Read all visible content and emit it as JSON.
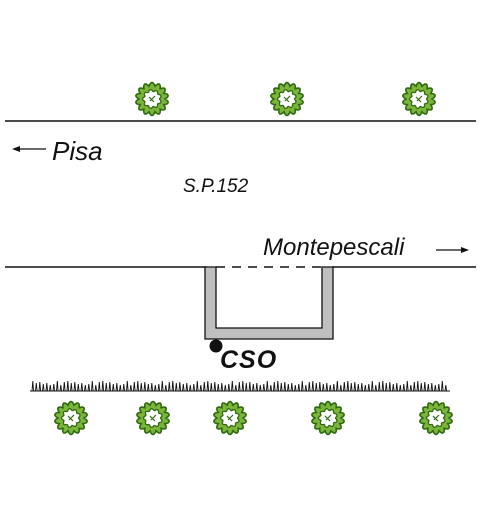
{
  "labels": {
    "pisa": "Pisa",
    "road": "S.P.152",
    "montepescali": "Montepescali",
    "cso": "CSO"
  },
  "icons": {
    "tree": "tree-icon",
    "arrow_left": "arrow-left-icon",
    "arrow_right": "arrow-right-icon",
    "station_dot": "station-dot-icon"
  },
  "colors": {
    "tree_dark": "#2f6a10",
    "tree_light": "#7bb63a",
    "line": "#111111",
    "channel_fill": "#bfbfbf"
  }
}
